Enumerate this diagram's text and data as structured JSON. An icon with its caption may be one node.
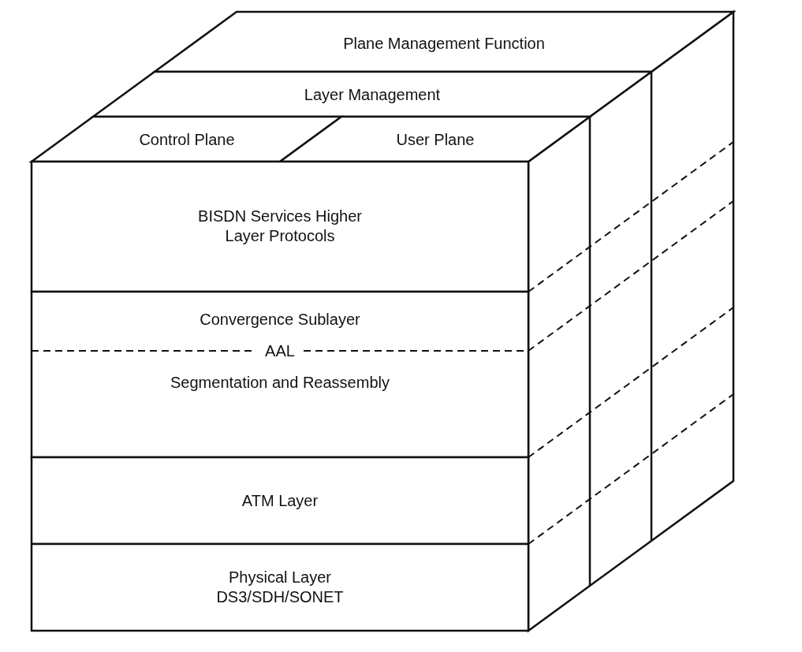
{
  "diagram": {
    "nodes": [
      {
        "text": [
          "Plane Management Function"
        ]
      },
      {
        "text": [
          "Layer Management"
        ]
      },
      {
        "text": [
          "Control Plane"
        ]
      },
      {
        "text": [
          "User Plane"
        ]
      },
      {
        "text": [
          "BISDN Services Higher Layer Protocols"
        ]
      },
      {
        "text": [
          "Convergence Sublayer",
          "AAL",
          "Segmentation and Reassembly"
        ]
      },
      {
        "text": [
          "ATM Layer"
        ]
      },
      {
        "text": [
          "Physical Layer DS3/SDH/SONET"
        ]
      }
    ]
  }
}
